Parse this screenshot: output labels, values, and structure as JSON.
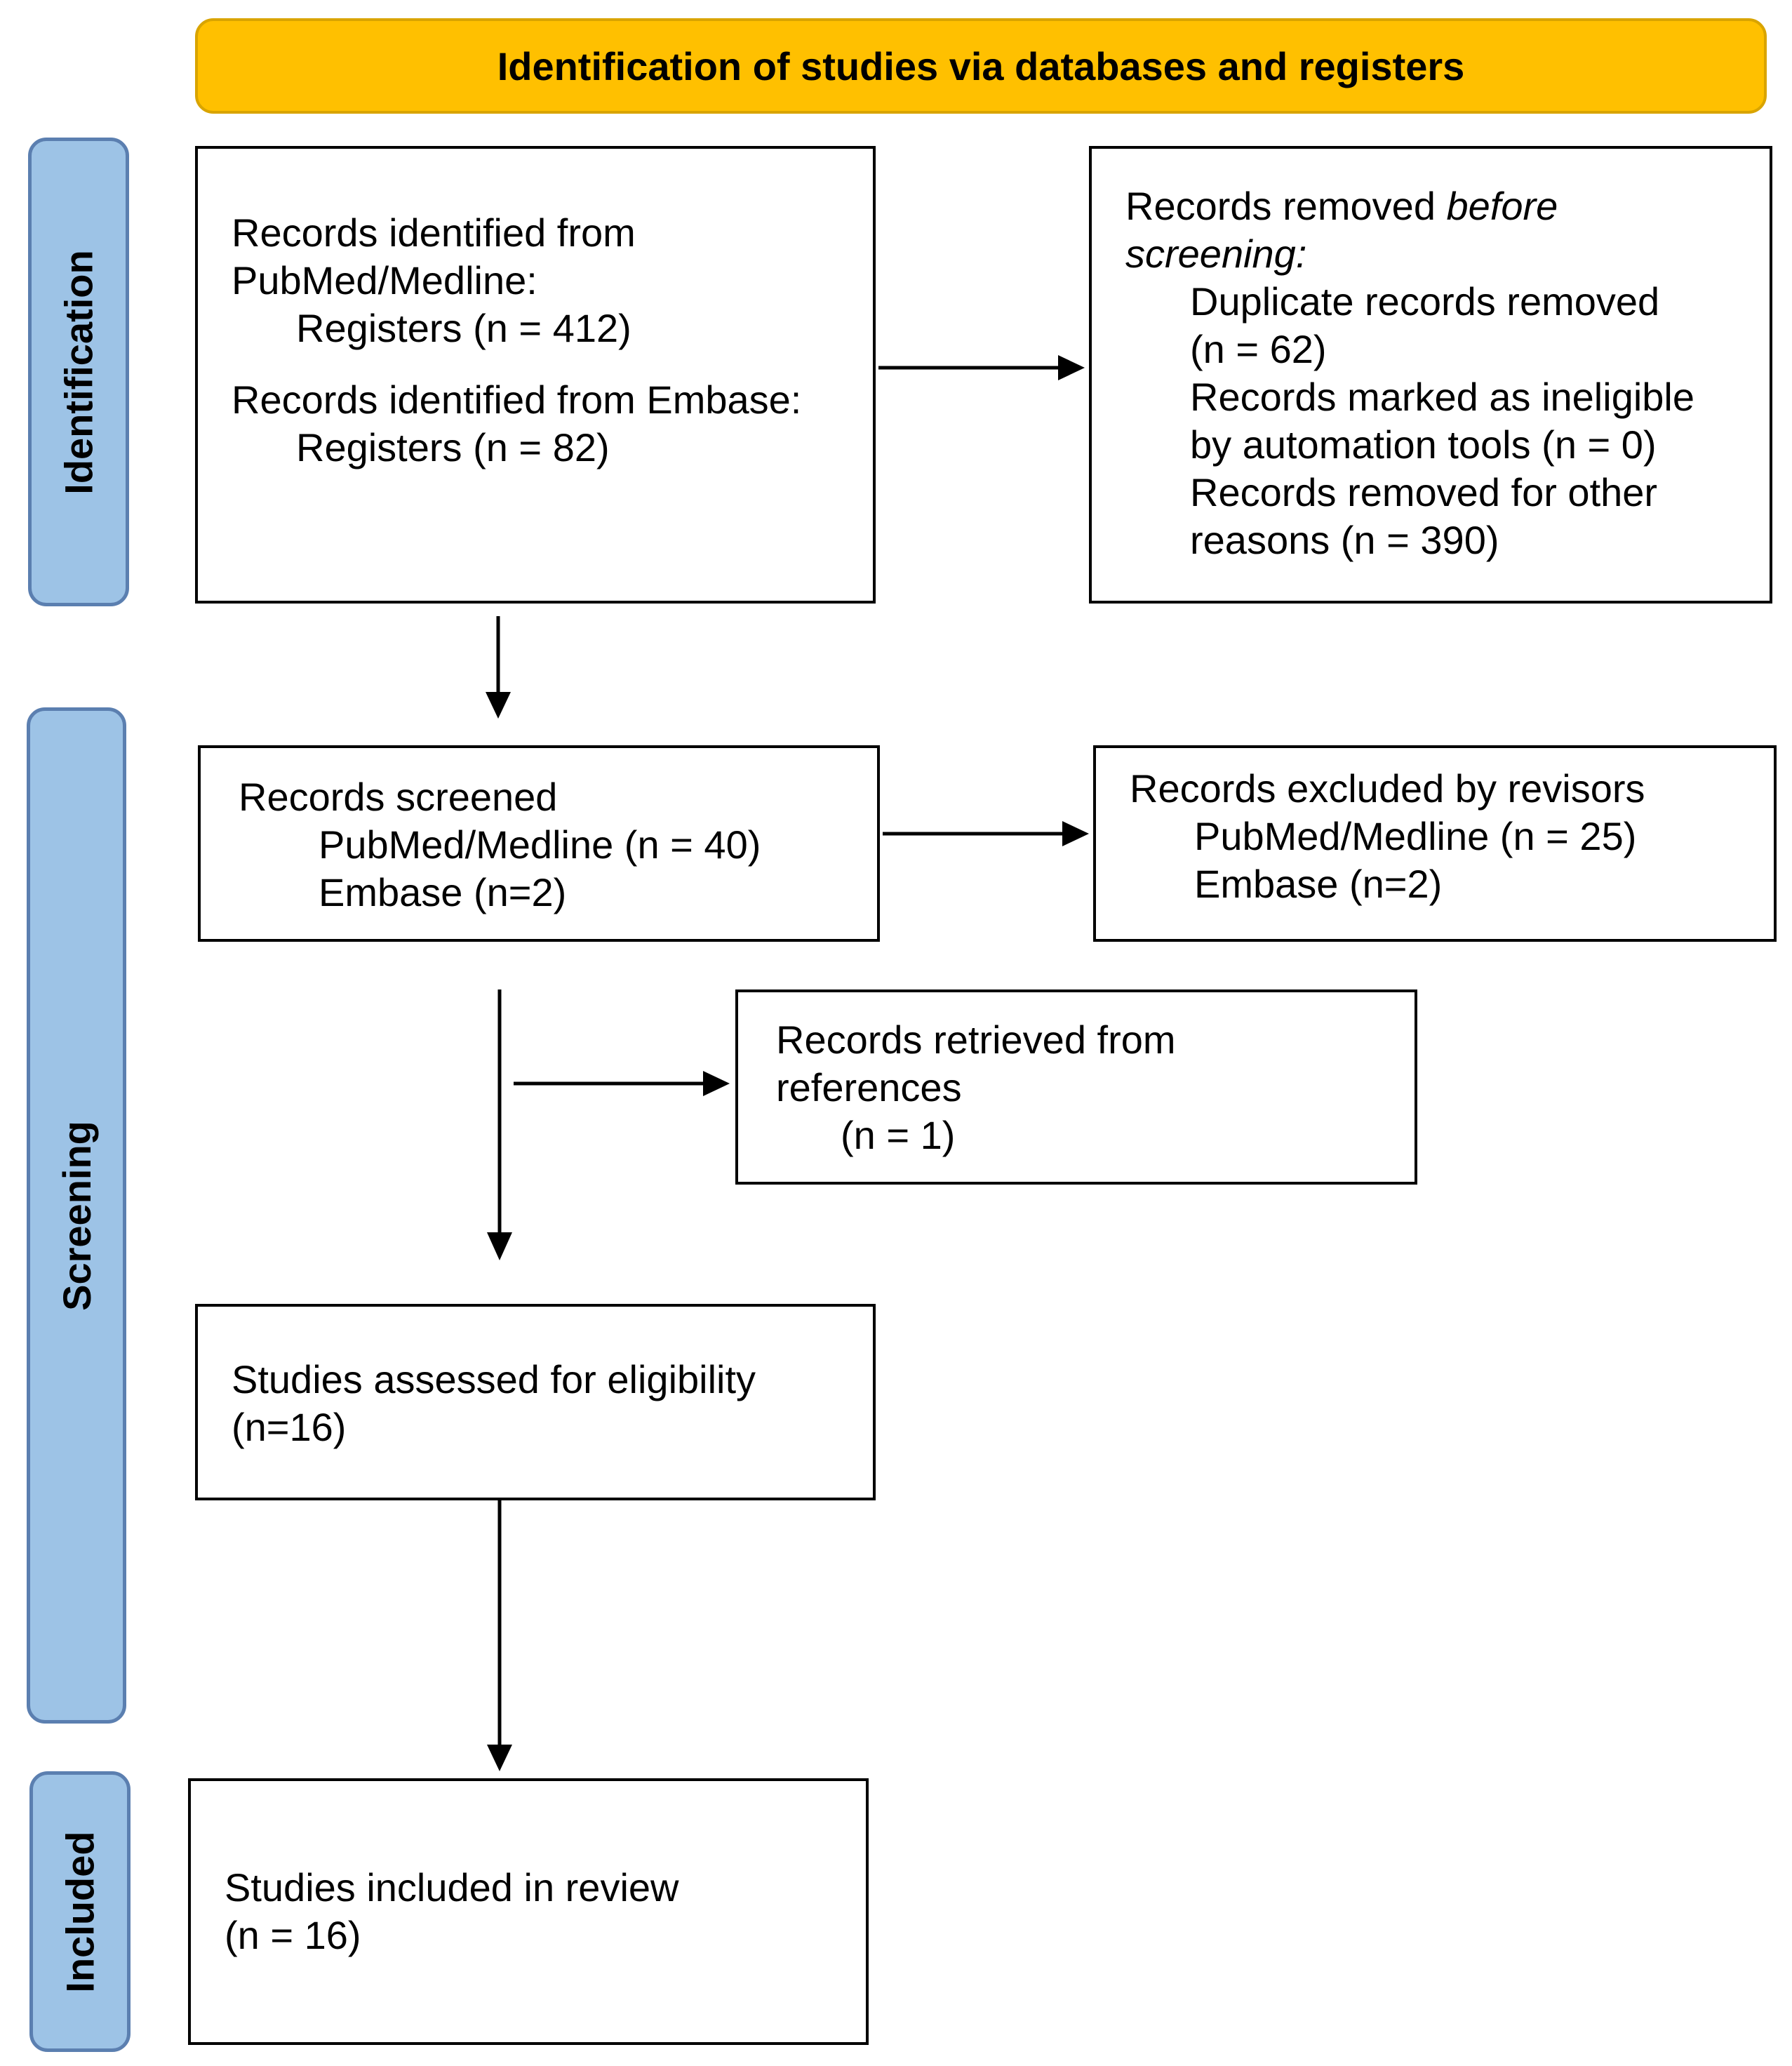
{
  "header": {
    "title": "Identification of studies via databases and registers",
    "color": "#FFC000"
  },
  "side_tabs": {
    "identification": "Identification",
    "screening": "Screening",
    "included": "Included",
    "color": "#9DC3E6"
  },
  "boxes": {
    "records_identified": {
      "line1": "Records identified from",
      "line2": "PubMed/Medline:",
      "line3": "Registers (n = 412)",
      "line4": "Records identified from Embase:",
      "line5": "Registers (n = 82)"
    },
    "records_removed": {
      "line1_prefix": "Records removed ",
      "line1_italic": "before",
      "line2_italic": "screening",
      "line2_suffix": ":",
      "line3": "Duplicate records removed",
      "line4": "(n = 62)",
      "line5": "Records marked as ineligible",
      "line6": "by automation tools (n = 0)",
      "line7": "Records removed for other",
      "line8": "reasons (n = 390)"
    },
    "records_screened": {
      "line1": "Records screened",
      "line2": "PubMed/Medline (n = 40)",
      "line3": "Embase (n=2)"
    },
    "records_excluded": {
      "line1": "Records excluded by revisors",
      "line2": "PubMed/Medline (n = 25)",
      "line3": "Embase (n=2)"
    },
    "records_retrieved": {
      "line1": "Records retrieved from",
      "line2": "references",
      "line3": "(n = 1)"
    },
    "assessed": {
      "line1": "Studies assessed for eligibility",
      "line2": "(n=16)"
    },
    "included": {
      "line1": "Studies included in review",
      "line2": "(n = 16)"
    }
  }
}
